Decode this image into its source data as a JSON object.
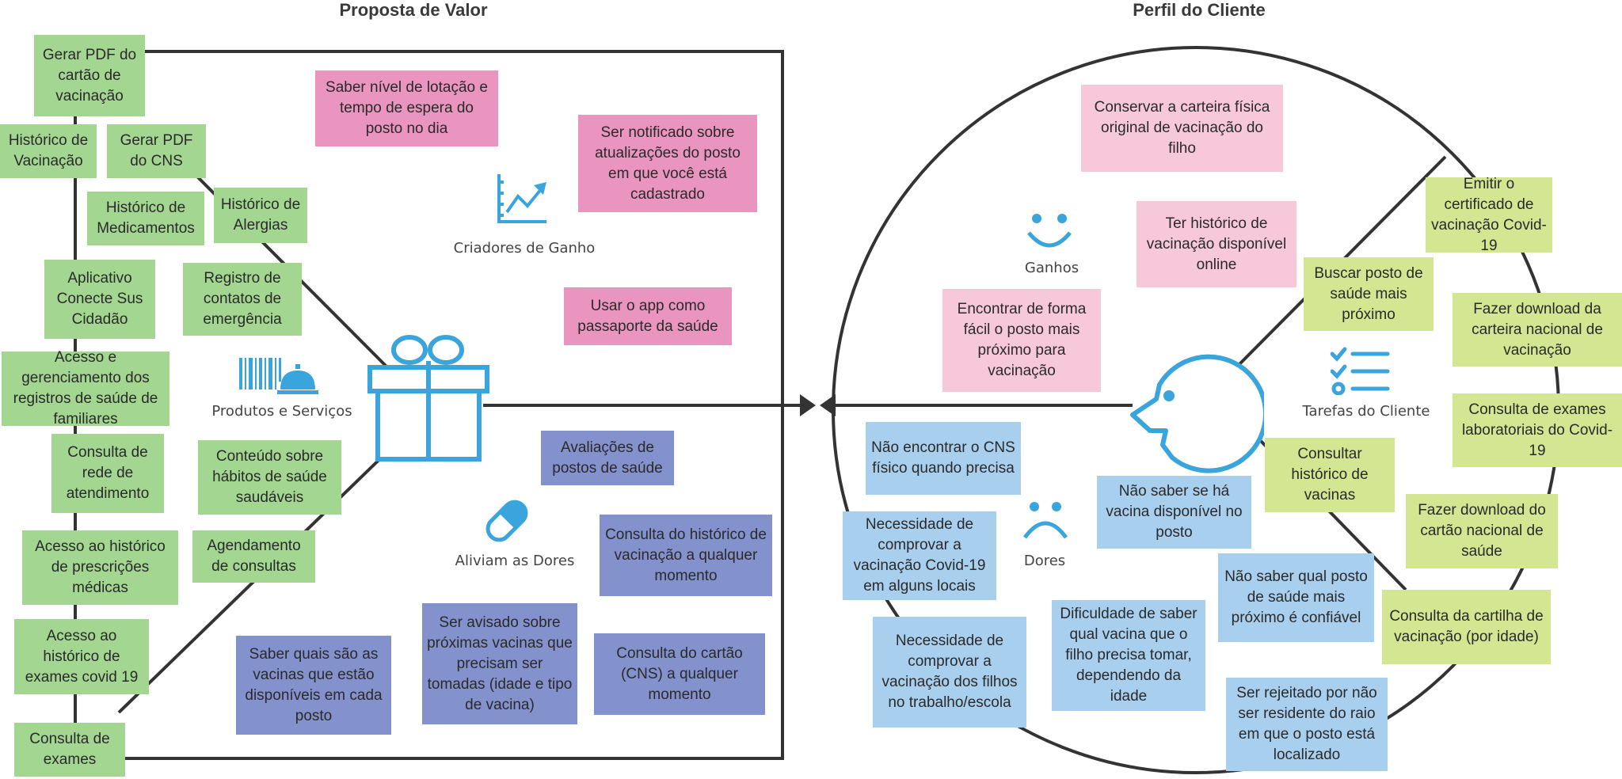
{
  "titles": {
    "value_proposition": "Proposta de Valor",
    "customer_profile": "Perfil do Cliente"
  },
  "section_labels": {
    "gain_creators": "Criadores de Ganho",
    "products_services": "Produtos e Serviços",
    "pain_relievers": "Aliviam as Dores",
    "gains": "Ganhos",
    "pains": "Dores",
    "customer_jobs": "Tarefas do Cliente"
  },
  "icons": {
    "gain_creators": "growth-chart-icon",
    "products_services": "barcode-bell-icon",
    "pain_relievers": "pill-icon",
    "gift": "gift-icon",
    "gains": "smile-icon",
    "pains": "frown-icon",
    "customer": "face-profile-icon",
    "jobs": "checklist-icon"
  },
  "colors": {
    "products": "#a3d691",
    "gain_creators": "#e995c0",
    "pain_relievers": "#8391cd",
    "gains": "#f7c8da",
    "pains": "#a9cfee",
    "jobs": "#d3e692",
    "icon_blue": "#3aa4dc",
    "frame": "#333333"
  },
  "products_services": [
    "Gerar PDF do cartão de vacinação",
    "Histórico de Vacinação",
    "Gerar PDF do CNS",
    "Histórico de Medicamentos",
    "Histórico de Alergias",
    "Aplicativo Conecte Sus Cidadão",
    "Registro de contatos de emergência",
    "Acesso e gerenciamento dos registros de saúde de familiares",
    "Consulta de rede de atendimento",
    "Conteúdo sobre hábitos de saúde saudáveis",
    "Acesso ao histórico de prescrições médicas",
    "Agendamento de consultas",
    "Acesso ao histórico de exames covid 19",
    "Consulta de exames"
  ],
  "gain_creators": [
    "Saber nível de lotação e tempo de espera do posto no dia",
    "Ser notificado sobre atualizações do posto em que você está cadastrado",
    "Usar o app como passaporte da saúde"
  ],
  "pain_relievers": [
    "Avaliações de postos de saúde",
    "Consulta do histórico de vacinação a qualquer momento",
    "Saber quais são as vacinas que estão disponíveis em cada posto",
    "Ser avisado sobre próximas vacinas que precisam ser tomadas (idade e tipo de vacina)",
    "Consulta do cartão (CNS) a qualquer momento"
  ],
  "gains": [
    "Conservar a carteira física original de vacinação do filho",
    "Ter histórico de vacinação disponível online",
    "Encontrar de forma fácil o posto mais próximo para vacinação"
  ],
  "pains": [
    "Não encontrar o CNS físico quando precisa",
    "Não saber se há vacina disponível no posto",
    "Necessidade de comprovar a vacinação Covid-19 em alguns locais",
    "Necessidade de comprovar a vacinação dos filhos no trabalho/escola",
    "Dificuldade de saber qual vacina que o filho precisa tomar, dependendo da idade",
    "Não saber qual posto de saúde mais próximo é confiável",
    "Ser rejeitado por não ser residente do raio em que o posto está localizado"
  ],
  "customer_jobs": [
    "Emitir o certificado de vacinação Covid-19",
    "Buscar posto de saúde mais próximo",
    "Fazer download da carteira nacional de vacinação",
    "Consulta de exames laboratoriais do Covid-19",
    "Consultar histórico de vacinas",
    "Fazer download do cartão nacional de saúde",
    "Consulta da cartilha de vacinação (por idade)"
  ]
}
